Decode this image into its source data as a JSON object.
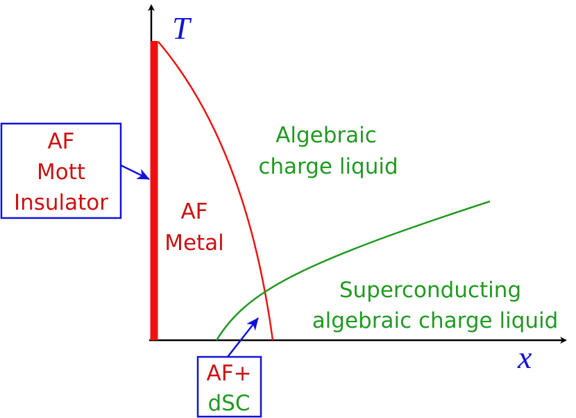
{
  "axes": {
    "y_label": "T",
    "x_label": "x"
  },
  "regions": {
    "af_metal": [
      "AF",
      "Metal"
    ],
    "algebraic": [
      "Algebraic",
      "charge liquid"
    ],
    "sc_algebraic": [
      "Superconducting",
      "algebraic charge liquid"
    ]
  },
  "callouts": {
    "mott": [
      "AF",
      "Mott",
      "Insulator"
    ],
    "af_dsc": [
      "AF+",
      "dSC"
    ]
  },
  "colors": {
    "axis": "#000000",
    "af": "#ee1111",
    "af_text": "#cc1111",
    "sc": "#229922",
    "label_blue": "#1111dd"
  }
}
